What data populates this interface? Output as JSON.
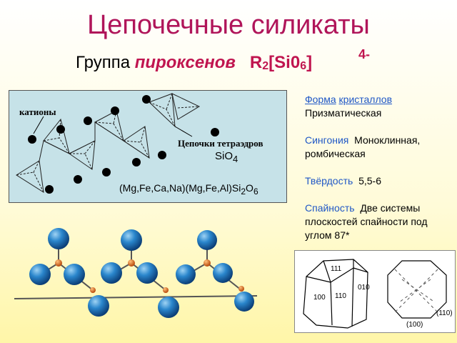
{
  "slide": {
    "title": "Цепочечные силикаты",
    "group_prefix": "Группа",
    "group_name": "пироксенов",
    "formula_r": "R",
    "formula_r_sub": "2",
    "formula_body": "[Si0",
    "formula_body_sub": "6",
    "formula_close": "]",
    "formula_charge": "4-"
  },
  "diagram": {
    "cations_label": "катионы",
    "chains_label": "Цепочки тетраэдров",
    "sio4_text": "SiO",
    "sio4_sub": "4",
    "general_formula_main": "(Mg,Fe,Ca,Na)(Mg,Fe,Al)Si",
    "general_formula_sub1": "2",
    "general_formula_o": "O",
    "general_formula_sub2": "6",
    "background_color": "#c6e2e8"
  },
  "properties": {
    "form_key1": "Форма",
    "form_key2": "кристаллов",
    "form_value": "Призматическая",
    "syngony_key": "Сингония",
    "syngony_value": "Моноклинная, ромбическая",
    "hardness_key": "Твёрдость",
    "hardness_value": "5,5-6",
    "cleavage_key": "Спайность",
    "cleavage_value": "Две системы плоскостей  спайности под углом 87*"
  },
  "crystal": {
    "face_111": "111",
    "face_100": "100",
    "face_110": "110",
    "face_010": "010",
    "section_110": "(110)",
    "section_100": "(100)"
  },
  "colors": {
    "title": "#b0155a",
    "accent": "#c0154f",
    "key_blue": "#1f57c6",
    "sphere_blue": "#1f7fc8",
    "si_orange": "#e06a1a"
  }
}
